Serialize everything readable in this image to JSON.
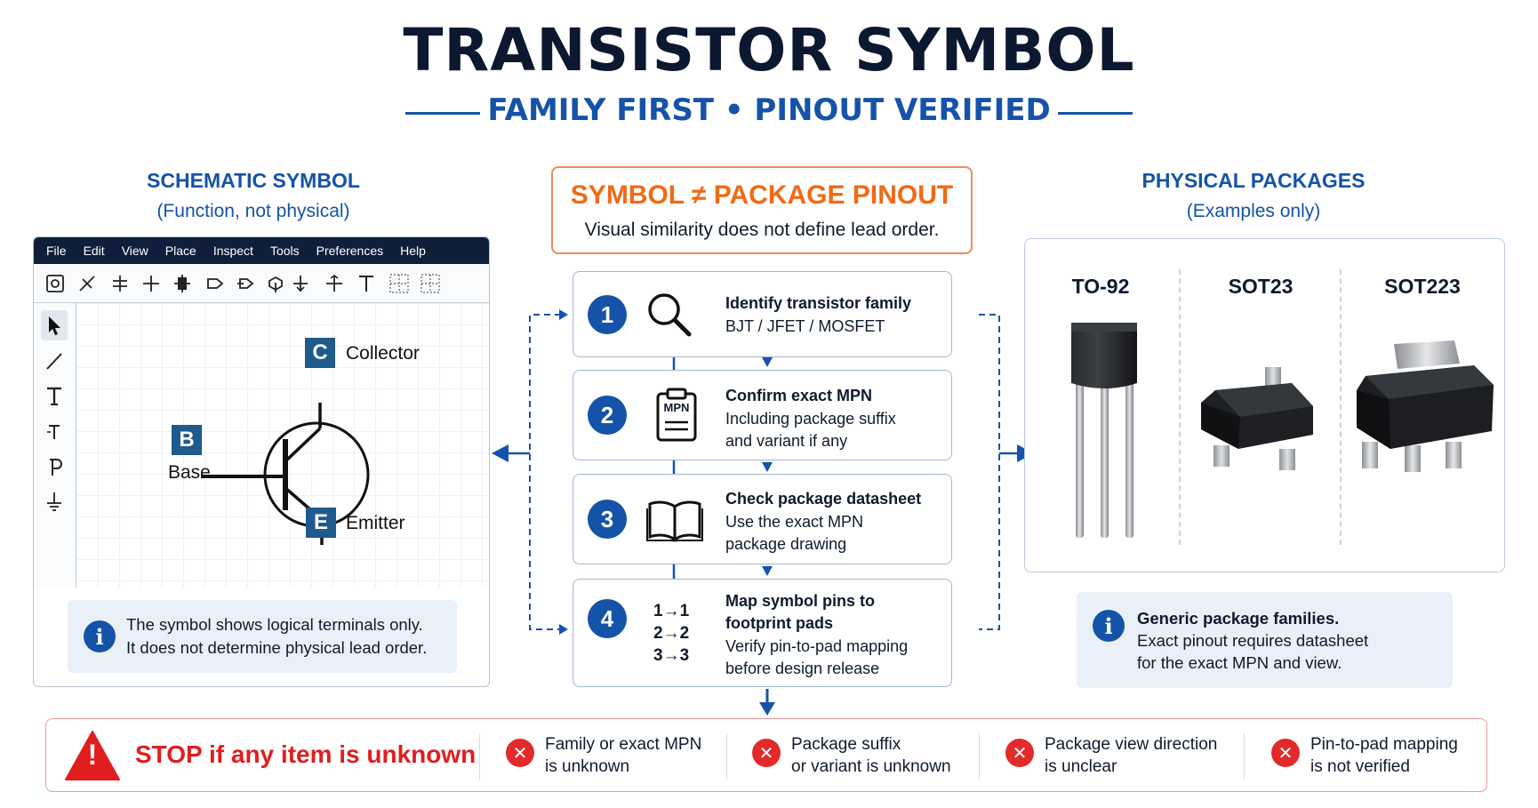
{
  "header": {
    "title": "TRANSISTOR SYMBOL",
    "subtitle": "FAMILY FIRST • PINOUT VERIFIED"
  },
  "schematic": {
    "heading": "SCHEMATIC SYMBOL",
    "subheading": "(Function, not physical)",
    "menu": [
      "File",
      "Edit",
      "View",
      "Place",
      "Inspect",
      "Tools",
      "Preferences",
      "Help"
    ],
    "pins": {
      "collector_letter": "C",
      "collector_label": "Collector",
      "base_letter": "B",
      "base_label": "Base",
      "emitter_letter": "E",
      "emitter_label": "Emitter"
    },
    "info_line1": "The symbol shows logical terminals only.",
    "info_line2": "It does not determine physical lead order.",
    "info_icon": "i"
  },
  "center": {
    "warning_title": "SYMBOL ≠ PACKAGE PINOUT",
    "warning_text": "Visual similarity does not define lead order.",
    "steps": [
      {
        "number": "1",
        "title": "Identify transistor family",
        "desc1": "BJT / JFET / MOSFET",
        "icon": "magnifier-icon"
      },
      {
        "number": "2",
        "title": "Confirm exact MPN",
        "desc1": "Including package suffix",
        "desc2": "and variant if any",
        "icon_text": "MPN"
      },
      {
        "number": "3",
        "title": "Check package datasheet",
        "desc1": "Use the exact MPN",
        "desc2": "package drawing",
        "icon": "book-icon"
      },
      {
        "number": "4",
        "title": "Map symbol pins to",
        "title2": "footprint pads",
        "desc1": "Verify pin-to-pad mapping",
        "desc2": "before design release",
        "map": [
          "1→1",
          "2→2",
          "3→3"
        ]
      }
    ]
  },
  "packages": {
    "heading": "PHYSICAL PACKAGES",
    "subheading": "(Examples only)",
    "names": [
      "TO-92",
      "SOT23",
      "SOT223"
    ],
    "info_line1": "Generic package families.",
    "info_line2": "Exact pinout requires datasheet",
    "info_line3": "for the exact MPN and view.",
    "info_icon": "i"
  },
  "stop": {
    "title": "STOP if any item is unknown",
    "warning_glyph": "!",
    "x_glyph": "✕",
    "items": [
      {
        "line1": "Family or exact MPN",
        "line2": "is unknown"
      },
      {
        "line1": "Package suffix",
        "line2": "or variant is unknown"
      },
      {
        "line1": "Package view direction",
        "line2": "is unclear"
      },
      {
        "line1": "Pin-to-pad mapping",
        "line2": "is not verified"
      }
    ]
  },
  "colors": {
    "brand_blue": "#1553a8",
    "warning_orange": "#f06a16",
    "stop_red": "#e01e1e",
    "pin_badge": "#1e5a8c"
  }
}
